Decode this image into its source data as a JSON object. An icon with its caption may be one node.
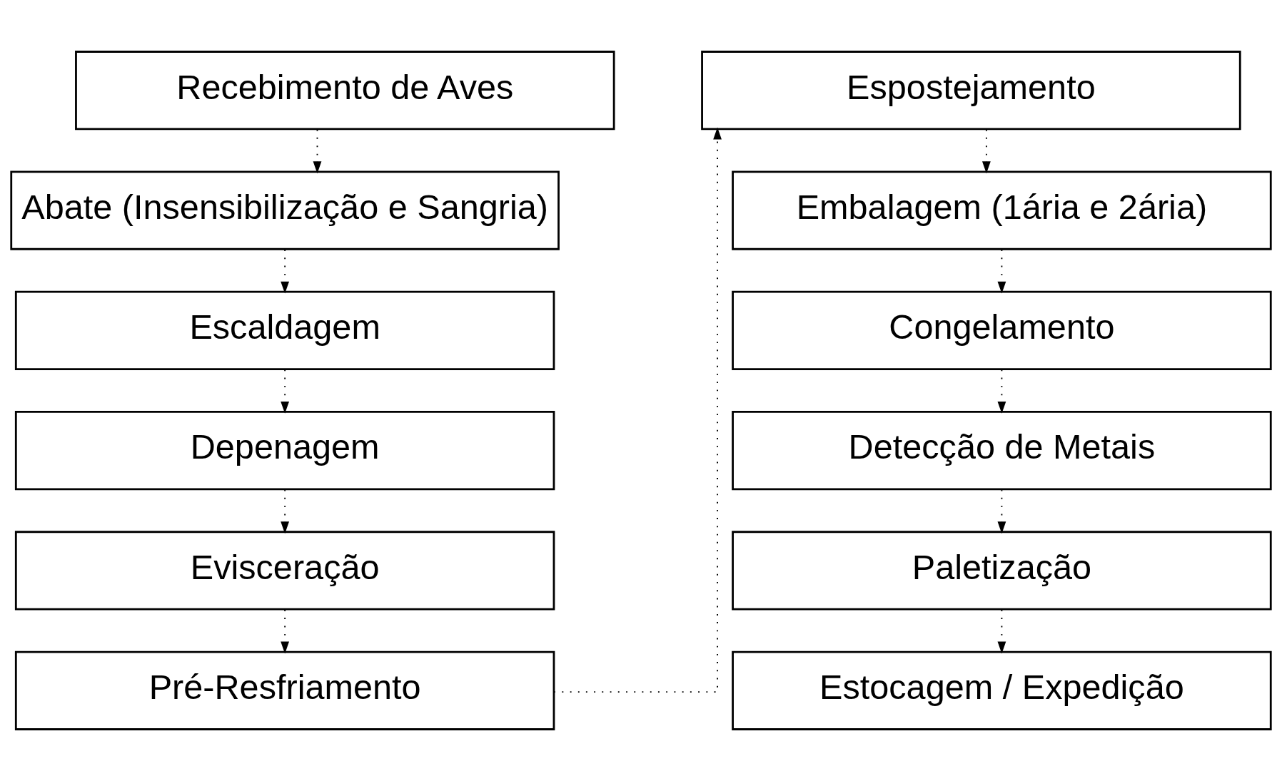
{
  "diagram": {
    "nodes": [
      {
        "text": [
          "Recebimento de Aves"
        ]
      },
      {
        "text": [
          "Abate (Insensibilização e Sangria)"
        ]
      },
      {
        "text": [
          "Escaldagem"
        ]
      },
      {
        "text": [
          "Depenagem"
        ]
      },
      {
        "text": [
          "Evisceração"
        ]
      },
      {
        "text": [
          "Pré-Resfriamento"
        ]
      },
      {
        "text": [
          "Espostejamento"
        ]
      },
      {
        "text": [
          "Embalagem (1ária e 2ária)"
        ]
      },
      {
        "text": [
          "Congelamento"
        ]
      },
      {
        "text": [
          "Detecção de Metais"
        ]
      },
      {
        "text": [
          "Paletização"
        ]
      },
      {
        "text": [
          "Estocagem / Expedição"
        ]
      }
    ],
    "edges": [
      {
        "from": 0,
        "to": 1,
        "arrow": "to",
        "style": "dashed"
      },
      {
        "from": 1,
        "to": 2,
        "arrow": "to",
        "style": "dashed"
      },
      {
        "from": 2,
        "to": 3,
        "arrow": "to",
        "style": "dashed"
      },
      {
        "from": 3,
        "to": 4,
        "arrow": "to",
        "style": "dashed"
      },
      {
        "from": 4,
        "to": 5,
        "arrow": "to",
        "style": "dashed"
      },
      {
        "from": 5,
        "to": 6,
        "arrow": "to",
        "style": "dashed"
      },
      {
        "from": 6,
        "to": 7,
        "arrow": "to",
        "style": "dashed"
      },
      {
        "from": 7,
        "to": 8,
        "arrow": "to",
        "style": "dashed"
      },
      {
        "from": 8,
        "to": 9,
        "arrow": "to",
        "style": "dashed"
      },
      {
        "from": 9,
        "to": 10,
        "arrow": "to",
        "style": "dashed"
      },
      {
        "from": 10,
        "to": 11,
        "arrow": "to",
        "style": "dashed"
      }
    ]
  }
}
